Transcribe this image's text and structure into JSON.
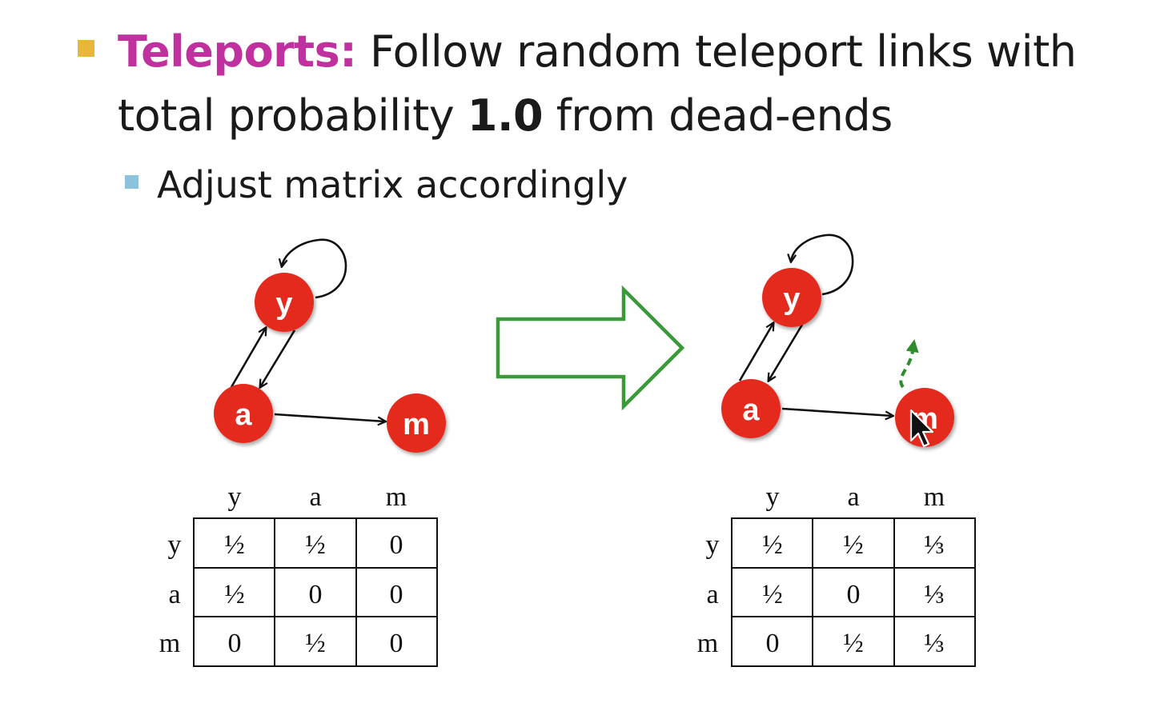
{
  "header": {
    "keyword": "Teleports:",
    "line1_rest": " Follow random teleport links with",
    "line2_pre": "total probability ",
    "line2_bold": "1.0",
    "line2_post": " from dead-ends",
    "sub_bullet": "Adjust matrix accordingly"
  },
  "colors": {
    "keyword": "#c0309e",
    "bullet1": "#e8b73a",
    "bullet2": "#8cc3dc",
    "node_fill": "#e42a1f",
    "arrow_outline": "#3a9a3a",
    "teleport_arrow": "#2e8b2e"
  },
  "graph_left": {
    "nodes": {
      "y": "y",
      "a": "a",
      "m": "m"
    }
  },
  "graph_right": {
    "nodes": {
      "y": "y",
      "a": "a",
      "m": "m"
    }
  },
  "matrix_left": {
    "columns": [
      "y",
      "a",
      "m"
    ],
    "rows": [
      "y",
      "a",
      "m"
    ],
    "cells": [
      [
        "½",
        "½",
        "0"
      ],
      [
        "½",
        "0",
        "0"
      ],
      [
        "0",
        "½",
        "0"
      ]
    ]
  },
  "matrix_right": {
    "columns": [
      "y",
      "a",
      "m"
    ],
    "rows": [
      "y",
      "a",
      "m"
    ],
    "cells": [
      [
        "½",
        "½",
        "⅓"
      ],
      [
        "½",
        "0",
        "⅓"
      ],
      [
        "0",
        "½",
        "⅓"
      ]
    ]
  },
  "icons": {
    "transition_arrow": "right-arrow-outline-icon",
    "teleport_arrow": "dashed-arrow-icon",
    "cursor": "mouse-pointer-icon"
  }
}
